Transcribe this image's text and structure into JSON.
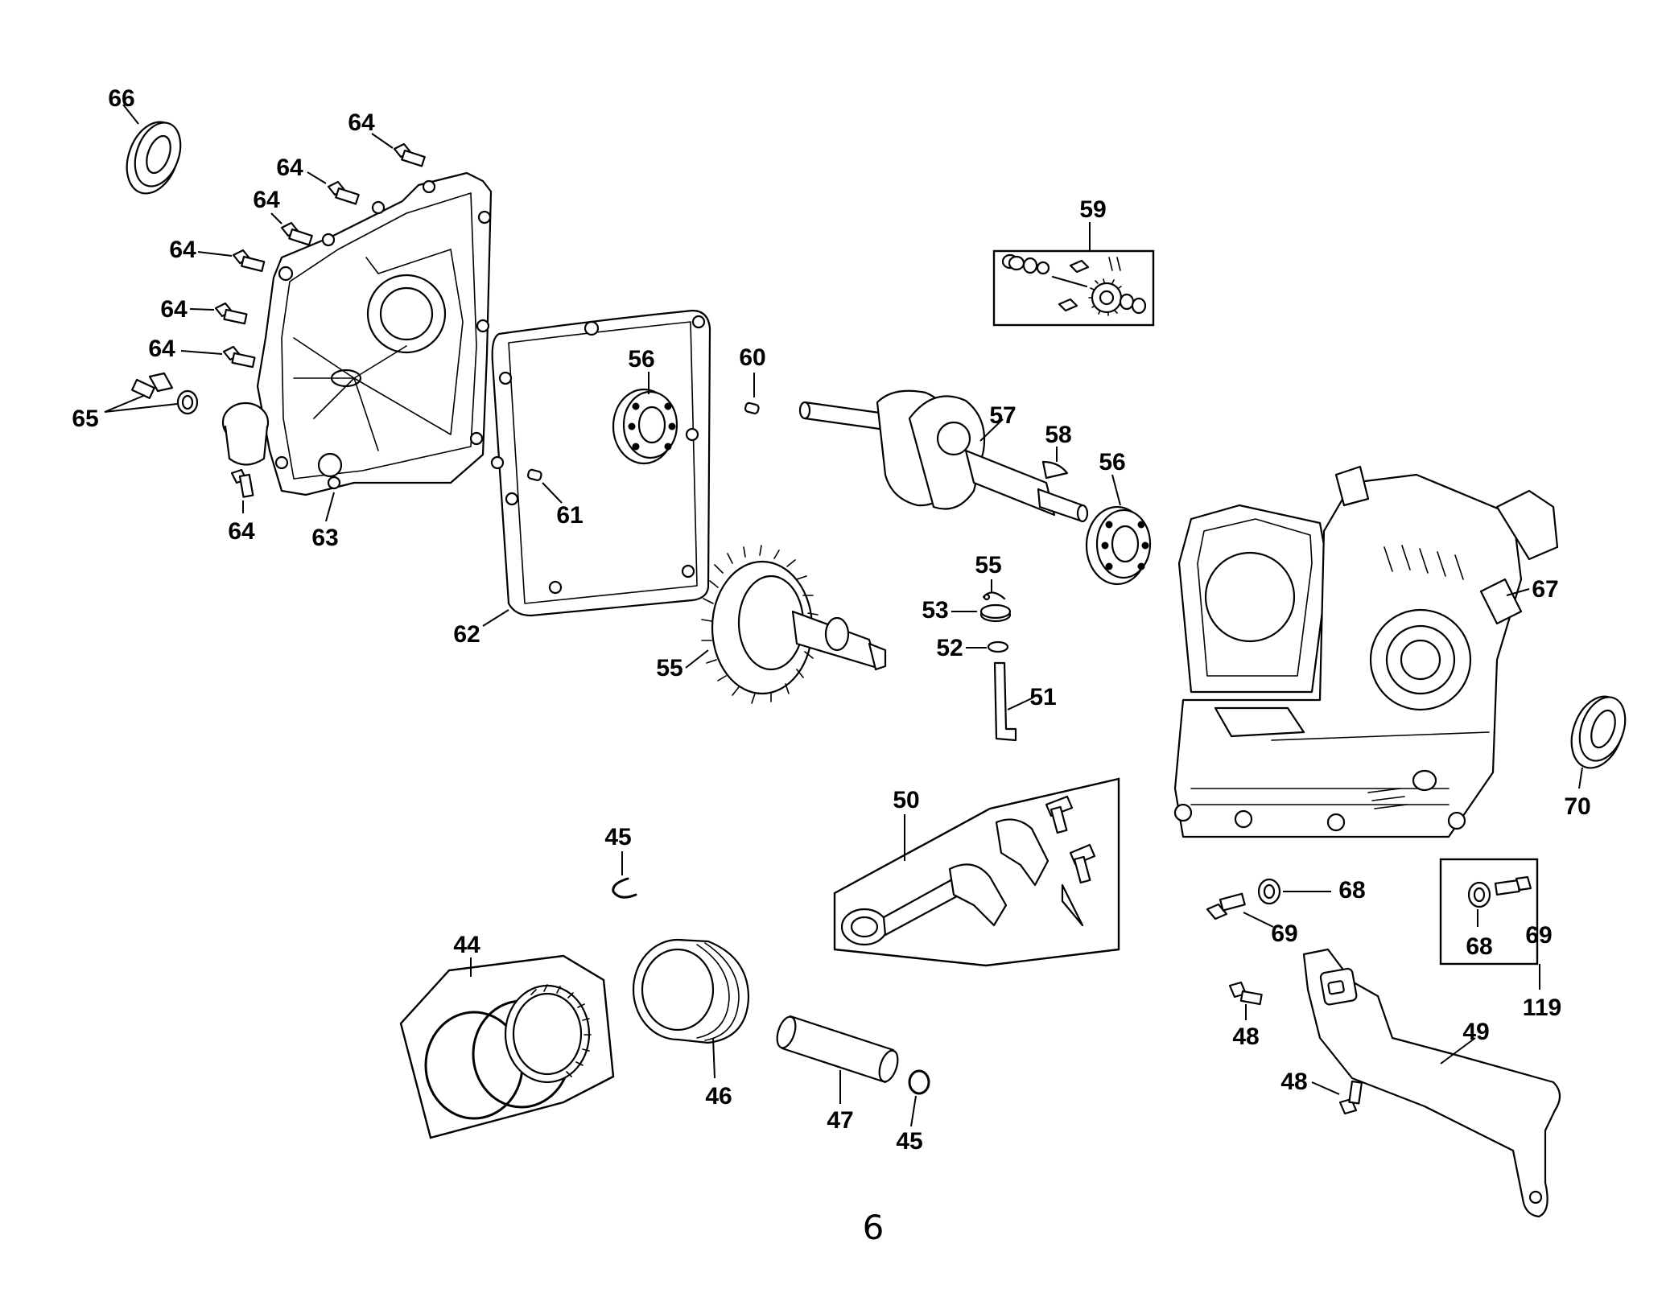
{
  "page_number": "6",
  "callouts": {
    "c66": "66",
    "c64a": "64",
    "c64b": "64",
    "c64c": "64",
    "c64d": "64",
    "c64e": "64",
    "c64f": "64",
    "c64g": "64",
    "c65": "65",
    "c63": "63",
    "c62": "62",
    "c56a": "56",
    "c60": "60",
    "c61": "61",
    "c59": "59",
    "c57": "57",
    "c58": "58",
    "c56b": "56",
    "c55a": "55",
    "c53": "53",
    "c52": "52",
    "c51": "51",
    "c55b": "55",
    "c67": "67",
    "c70": "70",
    "c50": "50",
    "c45a": "45",
    "c44": "44",
    "c46": "46",
    "c47": "47",
    "c45b": "45",
    "c68a": "68",
    "c69a": "69",
    "c68b": "68",
    "c69b": "69",
    "c119": "119",
    "c48a": "48",
    "c49": "49",
    "c48b": "48"
  }
}
